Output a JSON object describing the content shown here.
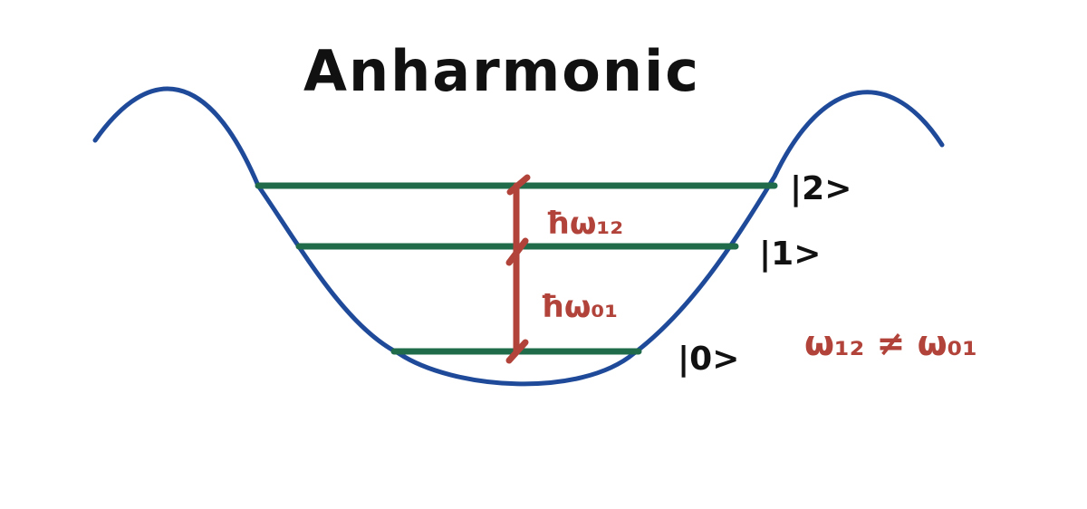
{
  "title": "Anharmonic",
  "colors": {
    "potential": "#1f4a99",
    "levels": "#1f6b4a",
    "transitions": "#b1433a",
    "text": "#111111"
  },
  "levels": [
    {
      "label": "|2>"
    },
    {
      "label": "|1>"
    },
    {
      "label": "|0>"
    }
  ],
  "transitions": [
    {
      "label": "ħω₁₂"
    },
    {
      "label": "ħω₀₁"
    }
  ],
  "note": "ω₁₂ ≠ ω₀₁"
}
